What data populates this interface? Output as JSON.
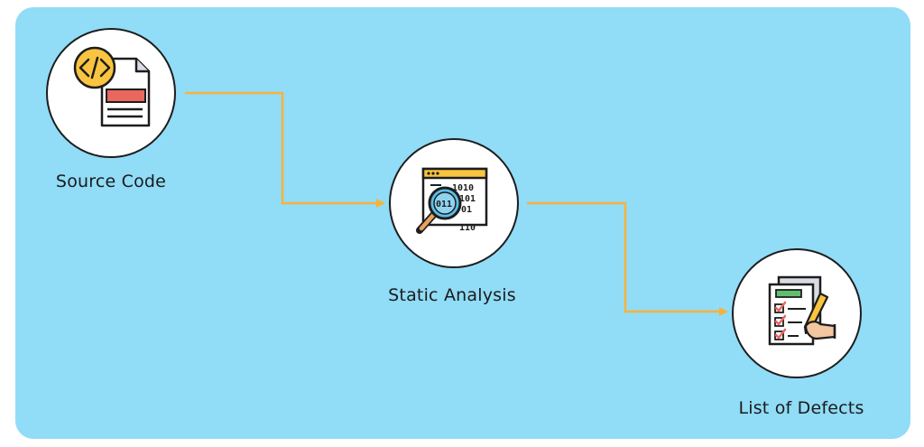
{
  "diagram": {
    "nodes": [
      {
        "id": "source-code",
        "label": "Source Code",
        "icon": "source-code-file-icon"
      },
      {
        "id": "static-analysis",
        "label": "Static Analysis",
        "icon": "magnifier-binary-icon"
      },
      {
        "id": "list-of-defects",
        "label": "List of Defects",
        "icon": "checklist-pen-icon"
      }
    ],
    "edges": [
      {
        "from": "source-code",
        "to": "static-analysis"
      },
      {
        "from": "static-analysis",
        "to": "list-of-defects"
      }
    ]
  },
  "colors": {
    "background": "#91dcf7",
    "connector": "#f7b23b",
    "outline": "#1d1d1d",
    "node_fill": "#ffffff",
    "accent_yellow": "#f9c43f",
    "accent_red": "#e9675f",
    "accent_blue": "#5bbfe9",
    "accent_grey": "#d9dde3"
  }
}
